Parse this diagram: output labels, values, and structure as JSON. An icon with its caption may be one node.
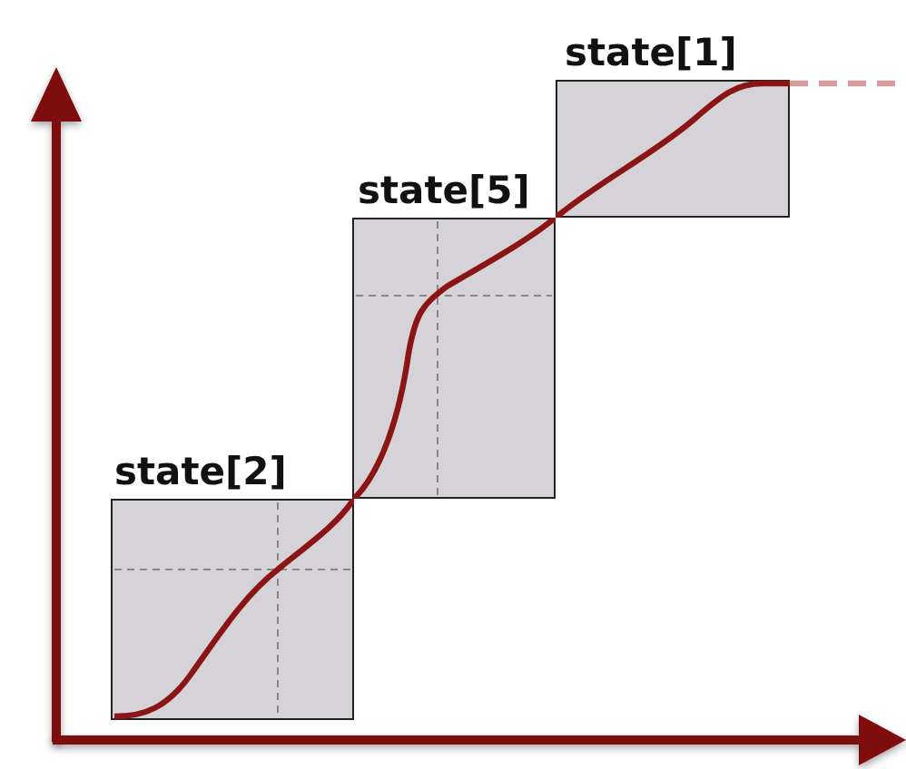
{
  "diagram": {
    "nodes": [
      {
        "text": [
          "state[2]"
        ]
      },
      {
        "text": [
          "state[5]"
        ]
      },
      {
        "text": [
          "state[1]"
        ]
      }
    ]
  }
}
